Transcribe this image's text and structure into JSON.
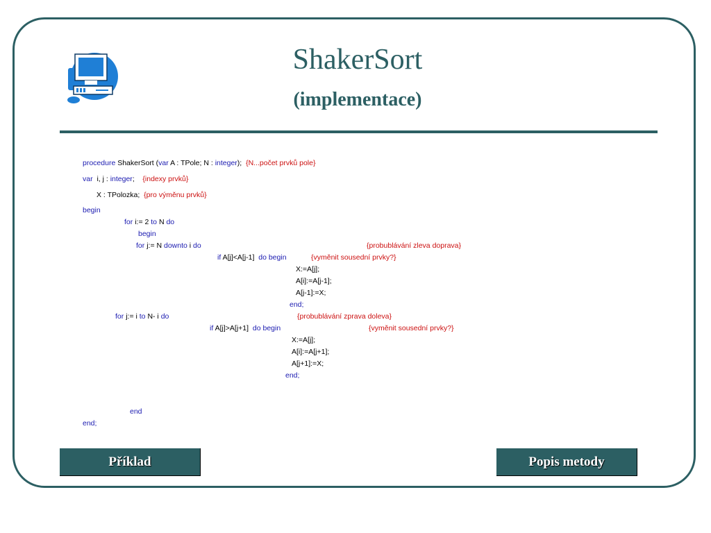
{
  "header": {
    "title": "ShakerSort",
    "subtitle": "(implementace)"
  },
  "code": {
    "l1": {
      "k1": "procedure",
      "t1": "ShakerSort (",
      "k2": "var",
      "t2": "A : TPole; N :",
      "k3": "integer",
      "t3": ");",
      "c": "{N...počet prvků pole}"
    },
    "l2": {
      "k1": "var",
      "t1": "i, j :",
      "k2": "integer",
      "t2": ";",
      "c": "{indexy prvků}"
    },
    "l3": {
      "t1": "X : TPolozka;",
      "c": "{pro výměnu  prvků}"
    },
    "l4": {
      "k1": "begin"
    },
    "l5": {
      "k1": "for",
      "t1": "i:= 2",
      "k2": "to",
      "t2": "N",
      "k3": "do"
    },
    "l6": {
      "k1": "begin"
    },
    "l7": {
      "k1": "for",
      "t1": "j:= N",
      "k2": "downto",
      "t2": "i",
      "k3": "do",
      "c": "{probublávání zleva doprava}"
    },
    "l8": {
      "k1": "if",
      "t1": "A[j]<A[j-1]",
      "k2": "do begin",
      "c": "{vyměnit sousední prvky?}"
    },
    "l9": "X:=A[j];",
    "l10": "A[i]:=A[j-1];",
    "l11": "A[j-1]:=X;",
    "l12": "end;",
    "l13": {
      "k1": "for",
      "t1": "j:= i",
      "k2": "to",
      "t2": "N- i",
      "k3": "do",
      "c": "{probublávání zprava doleva}"
    },
    "l14": {
      "k1": "if",
      "t1": "A[j]>A[j+1]",
      "k2": "do begin",
      "c": "{vyměnit sousední prvky?}"
    },
    "l15": "X:=A[j];",
    "l16": "A[i]:=A[j+1];",
    "l17": "A[j+1]:=X;",
    "l18": "end;",
    "l19": "end",
    "l20": "end;"
  },
  "buttons": {
    "left_label": "Příklad",
    "right_label": "Popis metody"
  },
  "colors": {
    "accent": "#2c5f63",
    "keyword": "#1a1ab0",
    "comment": "#cc1010",
    "logo": "#1f7fd6"
  },
  "icons": {
    "logo": "computer-icon"
  }
}
